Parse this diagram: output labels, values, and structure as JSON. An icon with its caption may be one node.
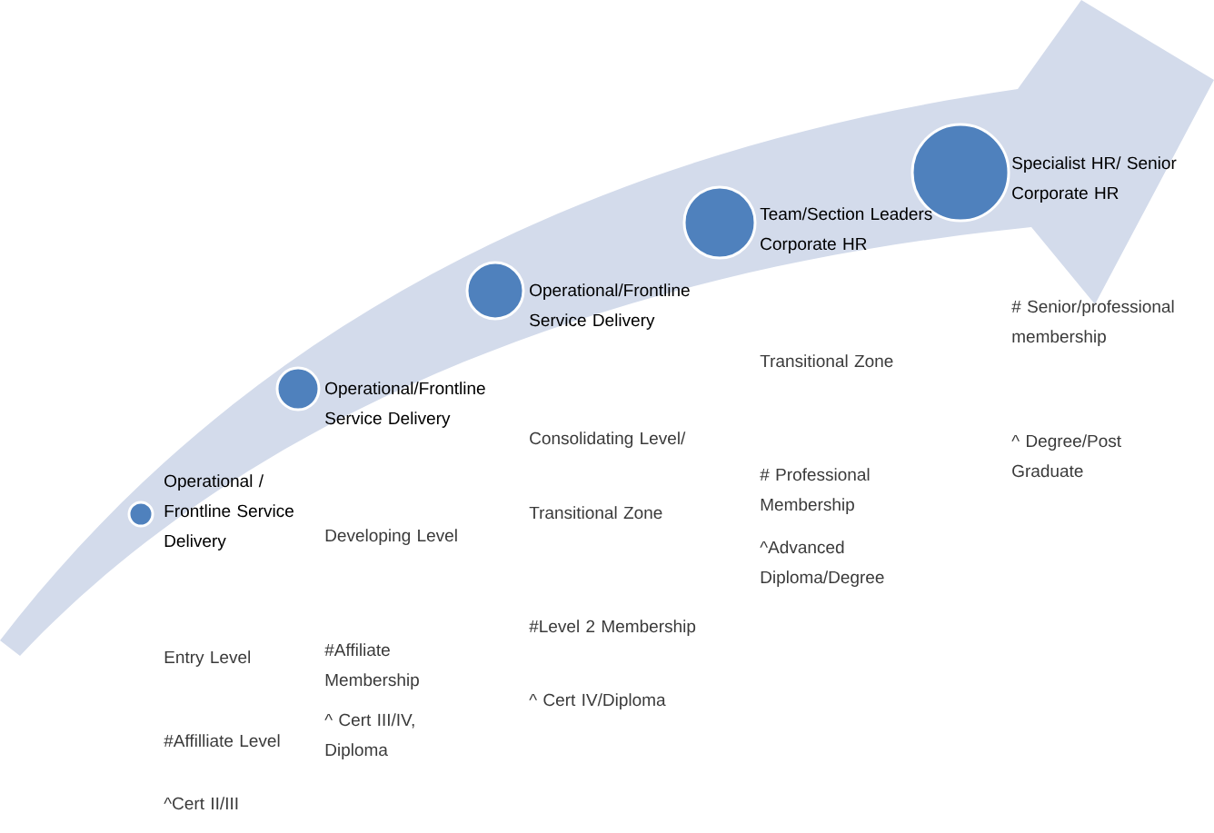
{
  "diagram": {
    "nodes": [
      {
        "text": [],
        "shape": "circle",
        "beside": [
          "Operational / Frontline Service Delivery"
        ]
      },
      {
        "text": [],
        "shape": "circle",
        "beside": [
          "Operational/Frontline Service Delivery"
        ]
      },
      {
        "text": [],
        "shape": "circle",
        "beside": [
          "Operational/Frontline Service Delivery"
        ]
      },
      {
        "text": [],
        "shape": "circle",
        "beside": [
          "Team/Section Leaders Corporate HR"
        ]
      },
      {
        "text": [],
        "shape": "circle",
        "beside": [
          "Specialist HR/ Senior Corporate HR"
        ]
      }
    ],
    "labels": [
      "Entry Level",
      "#Affilliate Level",
      "^Cert II/III",
      "Developing Level",
      "#Affiliate Membership",
      "^ Cert III/IV, Diploma",
      "Consolidating Level/",
      "Transitional Zone",
      "#Level 2 Membership",
      "^ Cert IV/Diploma",
      "Transitional Zone",
      "# Professional Membership",
      "^Advanced Diploma/Degree",
      "# Senior/professional membership",
      "^ Degree/Post Graduate"
    ]
  }
}
